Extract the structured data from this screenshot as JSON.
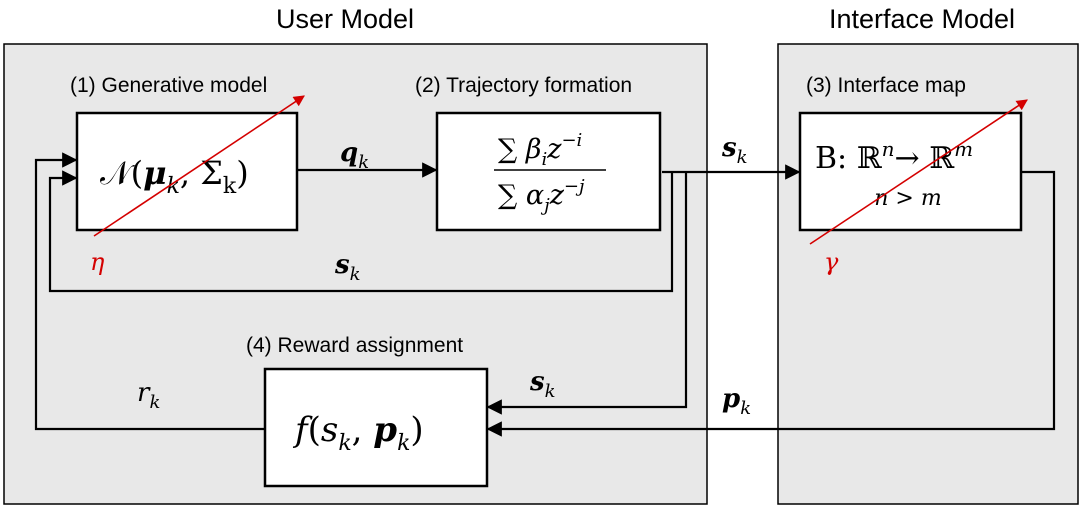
{
  "panels": {
    "user_model_title": "User Model",
    "interface_model_title": "Interface Model"
  },
  "blocks": {
    "generative": {
      "caption": "(1) Generative model",
      "formula_N": "𝒩",
      "formula_mu": "μ",
      "formula_k": "k",
      "formula_sigma": "Σ",
      "formula_sigma_k": "k",
      "param": "η"
    },
    "trajectory": {
      "caption": "(2) Trajectory formation",
      "numerator": "∑ β",
      "numerator_i": "i",
      "numerator_z": "z",
      "numerator_exp": "−i",
      "denominator": "∑ α",
      "denominator_j": "j",
      "denominator_z": "z",
      "denominator_exp": "−j"
    },
    "interface": {
      "caption": "(3) Interface map",
      "formula_B": "B: ℝ",
      "formula_n": "n",
      "formula_arrow": "→ ℝ",
      "formula_m": "m",
      "condition": "n > m",
      "param": "γ"
    },
    "reward": {
      "caption": "(4) Reward assignment",
      "formula_f": "f",
      "formula_s": "s",
      "formula_s_k": "k",
      "formula_p": "p",
      "formula_p_k": "k"
    }
  },
  "signals": {
    "q": {
      "sym": "q",
      "sub": "k"
    },
    "s_out": {
      "sym": "s",
      "sub": "k"
    },
    "s_feedback": {
      "sym": "s",
      "sub": "k"
    },
    "s_reward": {
      "sym": "s",
      "sub": "k"
    },
    "p": {
      "sym": "p",
      "sub": "k"
    },
    "r": {
      "sym": "r",
      "sub": "k"
    }
  },
  "colors": {
    "panel_fill": "#e8e8e8",
    "parameter_line": "#d40000",
    "stroke": "#000000"
  }
}
